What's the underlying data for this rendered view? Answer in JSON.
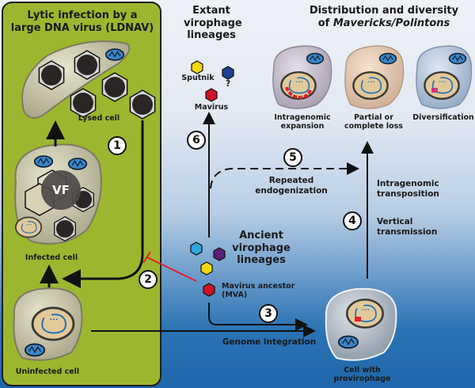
{
  "panel_left": {
    "title_line1": "Lytic infection by a",
    "title_line2": "large DNA virus (LDNAV)",
    "lysed_cell": "Lysed cell",
    "infected_cell": "Infected cell",
    "uninfected_cell": "Uninfected cell",
    "viral_factory": "VF"
  },
  "extant": {
    "title_line1": "Extant",
    "title_line2": "virophage",
    "title_line3": "lineages",
    "sputnik": "Sputnik",
    "unknown": "?",
    "mavirus": "Mavirus"
  },
  "distribution": {
    "title_line1": "Distribution and diversity",
    "title_prefix": "of ",
    "title_italic": "Mavericks/Polintons",
    "cell1_line1": "Intragenomic",
    "cell1_line2": "expansion",
    "cell2_line1": "Partial or",
    "cell2_line2": "complete loss",
    "cell3": "Diversification"
  },
  "ancient": {
    "title_line1": "Ancient",
    "title_line2": "virophage",
    "title_line3": "lineages",
    "mva_line1": "Mavirus ancestor",
    "mva_line2": "(MVA)"
  },
  "steps": {
    "s1": "1",
    "s2": "2",
    "s3": "3",
    "s4": "4",
    "s5": "5",
    "s6": "6",
    "repeated_line1": "Repeated",
    "repeated_line2": "endogenization",
    "transposition_line1": "Intragenomic",
    "transposition_line2": "transposition",
    "vertical_line1": "Vertical",
    "vertical_line2": "transmission",
    "genome_integration": "Genome integration",
    "provirophage": "Cell with provirophage"
  },
  "colors": {
    "panel_green": "#9cb72f",
    "virophage_yellow": "#f3d80e",
    "virophage_blue": "#1e3f8f",
    "virophage_red": "#d1122a",
    "virophage_cyan": "#2ea8dc",
    "virophage_purple": "#5a1f78",
    "inhibition_red": "#e0202a"
  }
}
